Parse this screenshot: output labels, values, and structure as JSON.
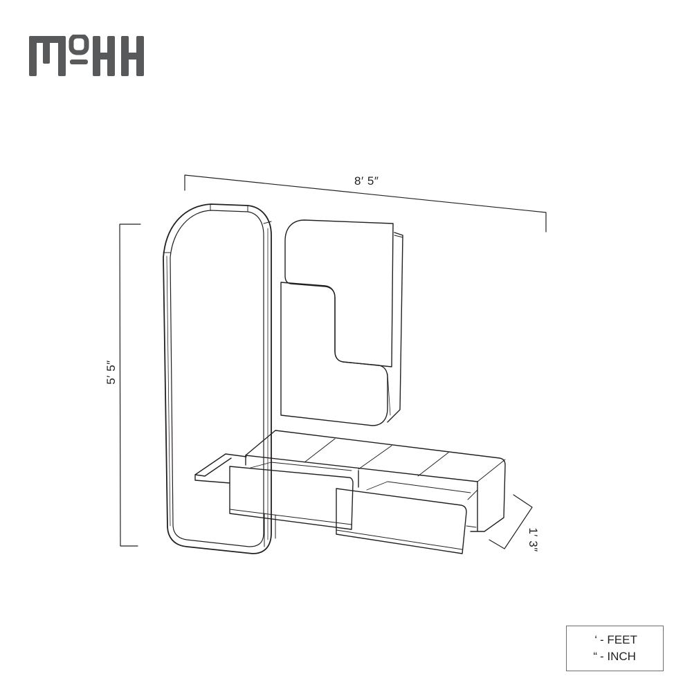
{
  "brand": {
    "logo_text": "MoHH",
    "logo_color": "#58595b"
  },
  "dimensions": {
    "width": {
      "label": "8′ 5″",
      "feet": 8,
      "inches": 5
    },
    "height": {
      "label": "5′ 5″",
      "feet": 5,
      "inches": 5
    },
    "depth": {
      "label": "1′ 3″",
      "feet": 1,
      "inches": 3
    }
  },
  "legend": {
    "items": [
      {
        "symbol": "‘",
        "separator": "-",
        "meaning": "FEET"
      },
      {
        "symbol": "“",
        "separator": "-",
        "meaning": "INCH"
      }
    ],
    "rows": [
      {
        "symbol": "‘",
        "text": "- FEET"
      },
      {
        "symbol": "“",
        "text": "- INCH"
      }
    ]
  },
  "drawing": {
    "components": [
      "tall-rounded-panel",
      "interlocking-wall-unit",
      "console-with-two-drawers",
      "side-shelf"
    ],
    "line_color": "#231f20",
    "background": "#ffffff"
  }
}
